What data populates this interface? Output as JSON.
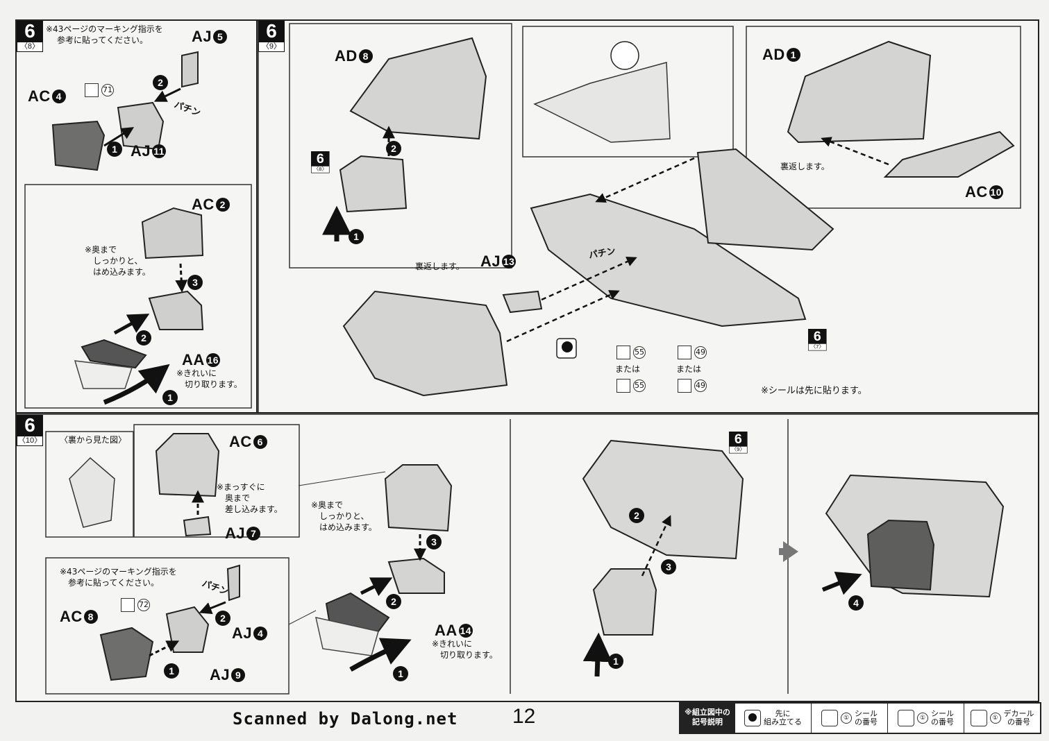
{
  "page_number": "12",
  "scan_credit": "Scanned by Dalong.net",
  "panel_8": {
    "step": "6",
    "sub": "〈8〉",
    "note_top": [
      "※43ページのマーキング指示を",
      "参考に貼ってください。"
    ],
    "labels": {
      "aj5": "AJ",
      "ac4": "AC",
      "aj11": "AJ",
      "ac2": "AC",
      "aa16": "AA"
    },
    "label_nums": {
      "aj5": "5",
      "ac4": "4",
      "aj11": "11",
      "ac2": "2",
      "aa16": "16"
    },
    "sticker_no": "71",
    "note_press": [
      "※奥まで",
      "しっかりと、",
      "はめ込みます。"
    ],
    "note_cut": [
      "※きれいに",
      "切り取ります。"
    ],
    "click": "パチン"
  },
  "panel_9": {
    "step": "6",
    "sub": "〈9〉",
    "labels": {
      "ad8": "AD",
      "ad1": "AD",
      "ac10": "AC",
      "aj13": "AJ"
    },
    "label_nums": {
      "ad8": "8",
      "ad1": "1",
      "ac10": "10",
      "aj13": "13"
    },
    "inner_step": {
      "step": "6",
      "sub": "〈8〉"
    },
    "ref_step": {
      "step": "6",
      "sub": "〈7〉"
    },
    "flip_1": "裏返します。",
    "flip_2": "裏返します。",
    "sticker_a": "55",
    "sticker_b": "49",
    "or_text": "または",
    "seal_first": "※シールは先に貼ります。",
    "click": "パチン"
  },
  "panel_10": {
    "step": "6",
    "sub": "〈10〉",
    "back_view": "〈裏から見た図〉",
    "labels": {
      "ac6": "AC",
      "aj7": "AJ",
      "ac8": "AC",
      "aj4": "AJ",
      "aj9": "AJ",
      "aa14": "AA"
    },
    "label_nums": {
      "ac6": "6",
      "aj7": "7",
      "ac8": "8",
      "aj4": "4",
      "aj9": "9",
      "aa14": "14"
    },
    "note_straight": [
      "※まっすぐに",
      "奥まで",
      "差し込みます。"
    ],
    "note_press": [
      "※奥まで",
      "しっかりと、",
      "はめ込みます。"
    ],
    "note_marking": [
      "※43ページのマーキング指示を",
      "参考に貼ってください。"
    ],
    "note_cut": [
      "※きれいに",
      "切り取ります。"
    ],
    "sticker_no": "72",
    "ref_step": {
      "step": "6",
      "sub": "〈9〉"
    },
    "click": "パチン"
  },
  "legend": {
    "head": [
      "※組立図中の",
      "記号説明"
    ],
    "items": [
      {
        "icon": "first-assemble-icon",
        "text": [
          "先に",
          "組み立てる"
        ]
      },
      {
        "icon": "seal-icon",
        "num": "①",
        "text": [
          "シール",
          "の番号"
        ]
      },
      {
        "icon": "seal-icon",
        "num": "①",
        "text": [
          "シール",
          "の番号"
        ]
      },
      {
        "icon": "decal-icon",
        "num": "①",
        "text": [
          "デカール",
          "の番号"
        ]
      }
    ]
  }
}
